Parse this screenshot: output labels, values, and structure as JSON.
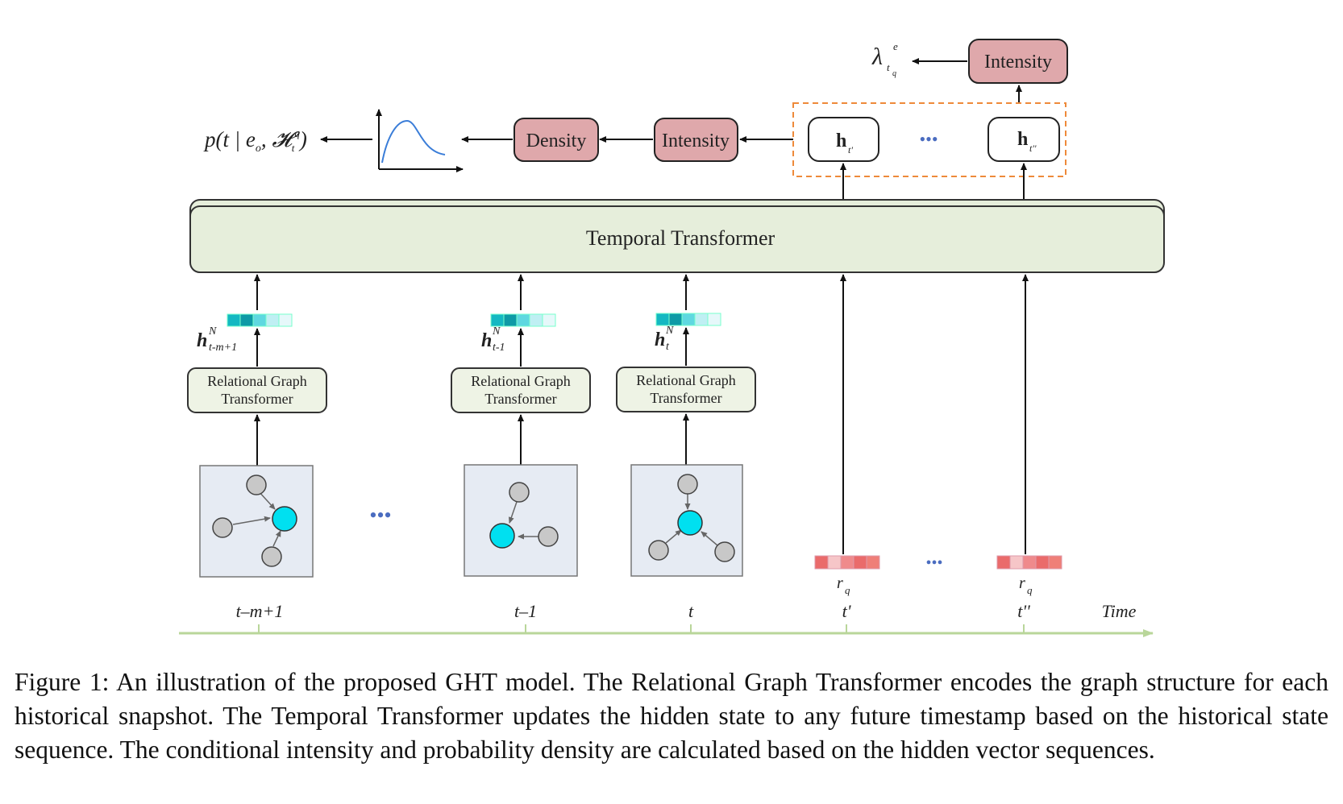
{
  "figure": {
    "intensity_top": "Intensity",
    "intensity_mid": "Intensity",
    "density": "Density",
    "temporal_transformer": "Temporal Transformer",
    "lambda": {
      "base": "λ",
      "sup": "e",
      "sub_t": "t",
      "sub_q": "q"
    },
    "density_formula": "p(t | e",
    "density_formula_sub_o": "o",
    "density_formula_mid": ", 𝓗",
    "density_formula_sub_t": "t",
    "density_formula_sup_q": "q",
    "density_formula_end": ")",
    "h_prime": {
      "base": "h",
      "sub": "t'"
    },
    "h_dprime": {
      "base": "h",
      "sub": "t''"
    },
    "rgt_line1": "Relational Graph",
    "rgt_line2": "Transformer",
    "hidden_labels": [
      {
        "base": "h",
        "sup": "N",
        "sub": "t-m+1"
      },
      {
        "base": "h",
        "sup": "N",
        "sub": "t-1"
      },
      {
        "base": "h",
        "sup": "N",
        "sub": "t"
      }
    ],
    "ellipsis": "•••",
    "rq": {
      "base": "r",
      "sub": "q"
    },
    "time_labels": [
      "t–m+1",
      "t–1",
      "t",
      "t'",
      "t''"
    ],
    "time_axis_label": "Time",
    "colors": {
      "intensity_fill": "#dfa8ab",
      "transformer_fill": "#e6eedb",
      "rgt_fill": "#eef3e5",
      "snapshot_bg": "#e6ebf3",
      "node_active": "#00e0f0",
      "node_gray": "#c8c8c8",
      "query_red": "#ea6b6b",
      "axis_green": "#b9d69a",
      "dashed_orange": "#ee8a3a",
      "dots_blue": "#4a6cc0"
    }
  },
  "caption": "Figure 1:  An illustration of the proposed GHT model.  The Relational Graph Transformer encodes the graph structure for each historical snapshot. The Temporal Transformer updates the hidden state to any future timestamp based on the historical state sequence. The conditional intensity and probability density are calculated based on the hidden vector sequences."
}
